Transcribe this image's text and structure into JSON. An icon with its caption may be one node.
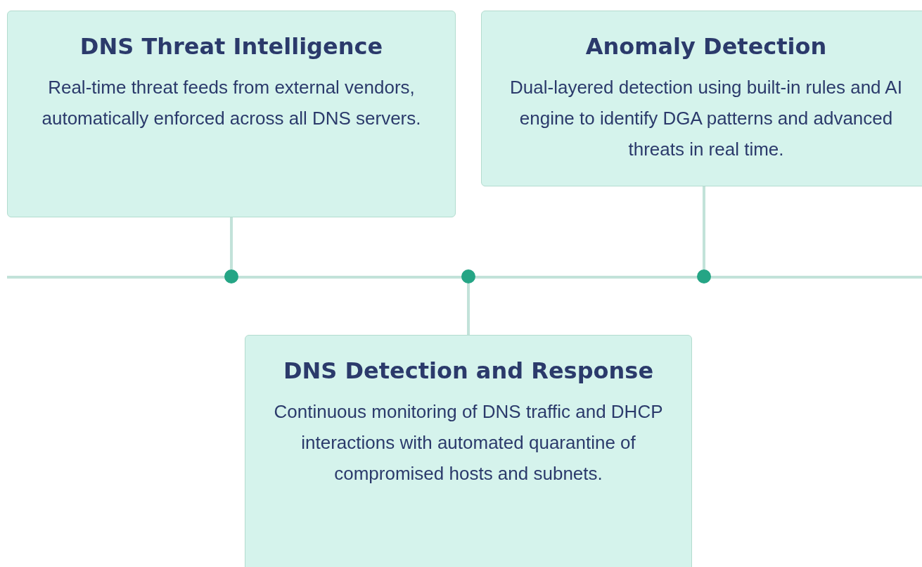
{
  "diagram": {
    "nodes": [
      {
        "text": [
          "DNS Threat Intelligence",
          "Real-time threat feeds from external vendors, automatically enforced across all DNS servers."
        ]
      },
      {
        "text": [
          "Anomaly Detection",
          "Dual-layered detection using built-in rules and AI engine to identify DGA patterns and advanced threats in real time."
        ]
      },
      {
        "text": [],
        "shape": "circle"
      },
      {
        "text": [],
        "shape": "circle"
      },
      {
        "text": [],
        "shape": "circle"
      },
      {
        "text": [
          "DNS Detection and Response",
          "Continuous monitoring of DNS traffic and DHCP interactions with automated quarantine of compromised hosts and subnets."
        ]
      }
    ],
    "edges": [
      {
        "from": 0,
        "to": 2,
        "arrow": "none"
      },
      {
        "from": 5,
        "to": 3,
        "arrow": "none"
      },
      {
        "from": 1,
        "to": 4,
        "arrow": "none"
      }
    ]
  }
}
